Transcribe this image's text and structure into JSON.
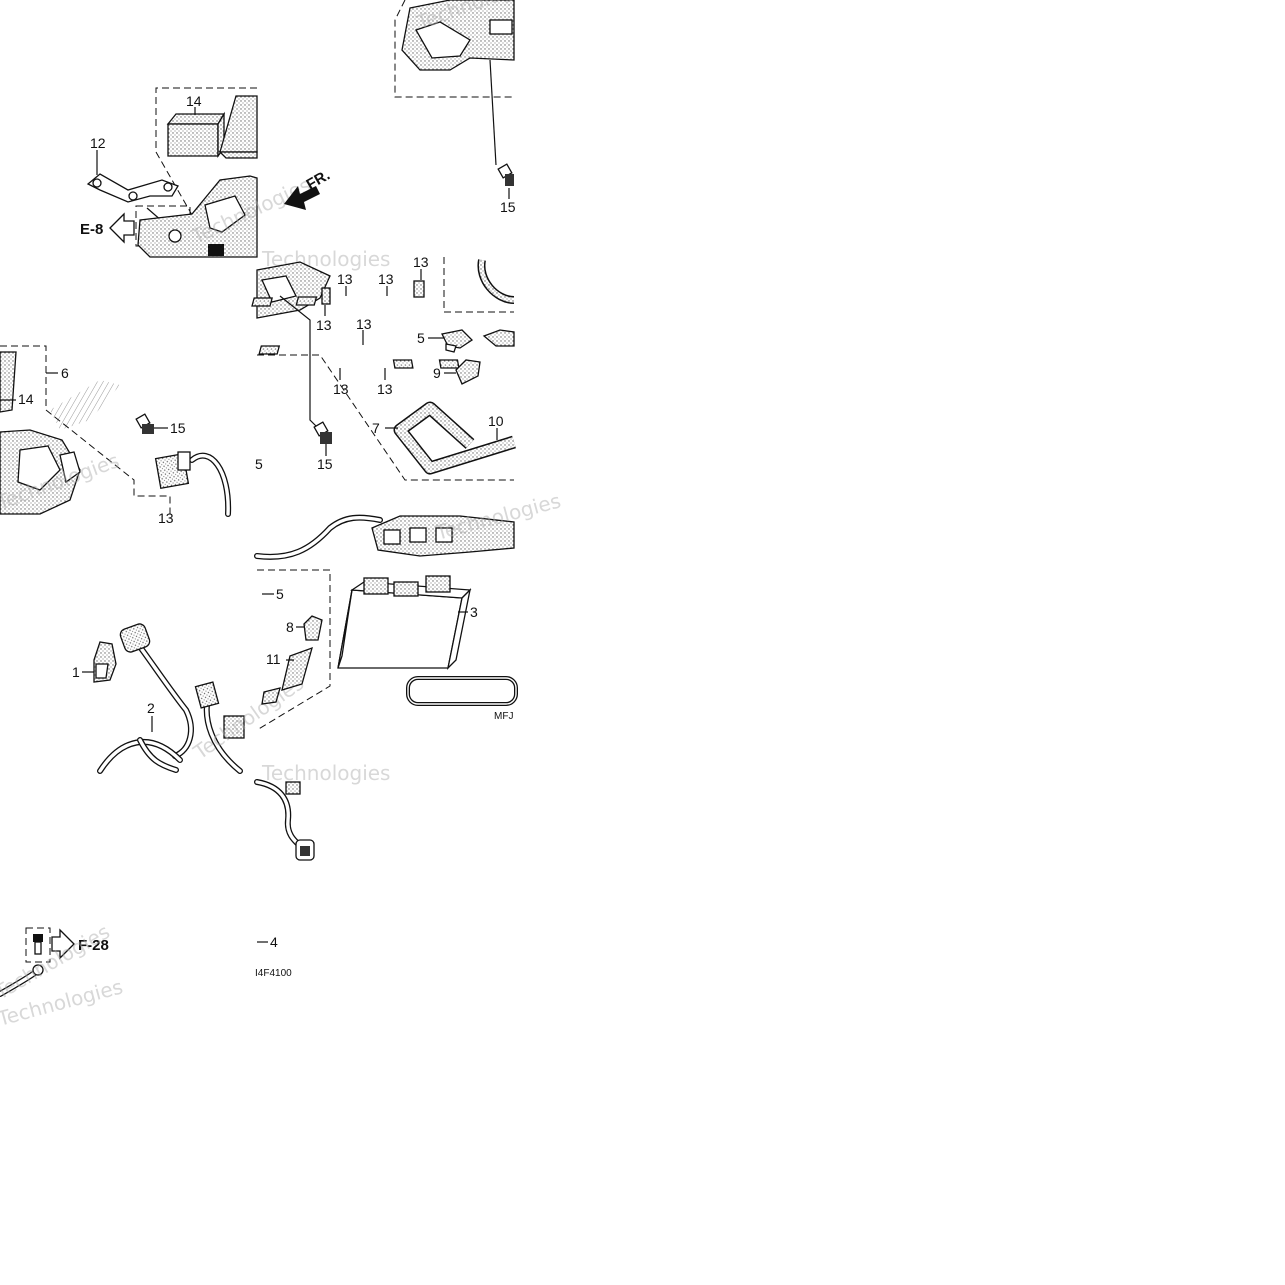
{
  "callouts": {
    "c1": "1",
    "c2": "2",
    "c3": "3",
    "c4": "4",
    "c5a": "5",
    "c5b": "5",
    "c6": "6",
    "c7": "7",
    "c8": "8",
    "c9": "9",
    "c10": "10",
    "c11": "11",
    "c12": "12",
    "c13a": "13",
    "c13b": "13",
    "c13c": "13",
    "c13d": "13",
    "c13e": "13",
    "c13f": "13",
    "c13g": "13",
    "c13h": "13",
    "c14a": "14",
    "c14b": "14",
    "c15a": "15",
    "c15b": "15",
    "c15c": "15"
  },
  "refs": {
    "e8": "E-8",
    "f28": "F-28",
    "front": "FR."
  },
  "codes": {
    "mfj": "MFJ",
    "f4100": "I4F4100"
  },
  "watermark": {
    "text": "Technologies"
  },
  "colors": {
    "ink": "#111111",
    "watermark": "#aaaaaa",
    "background": "#ffffff"
  }
}
